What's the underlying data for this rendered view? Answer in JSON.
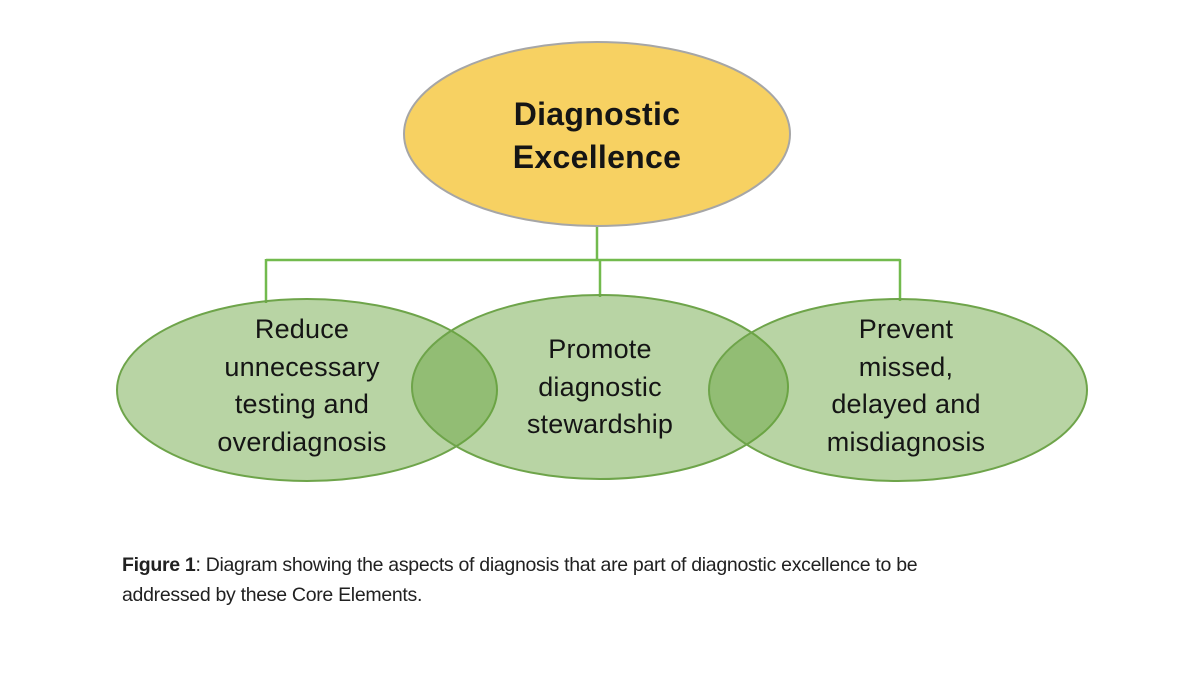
{
  "diagram": {
    "root": {
      "label": "Diagnostic\nExcellence"
    },
    "children": [
      {
        "label": "Reduce\nunnecessary\ntesting and\noverdiagnosis"
      },
      {
        "label": "Promote\ndiagnostic\nstewardship"
      },
      {
        "label": "Prevent\nmissed,\ndelayed and\nmisdiagnosis"
      }
    ],
    "colors": {
      "root_fill": "#F7D162",
      "root_stroke": "#A6A6A6",
      "branch_fill": "#69A43E",
      "branch_stroke": "#6EA44A",
      "connector": "#72BA4E",
      "text": "#151515"
    }
  },
  "caption": {
    "label_bold": "Figure 1",
    "line1_rest": ": Diagram showing the aspects of diagnosis that are part of diagnostic excellence to be",
    "line2": "addressed by these Core Elements."
  }
}
